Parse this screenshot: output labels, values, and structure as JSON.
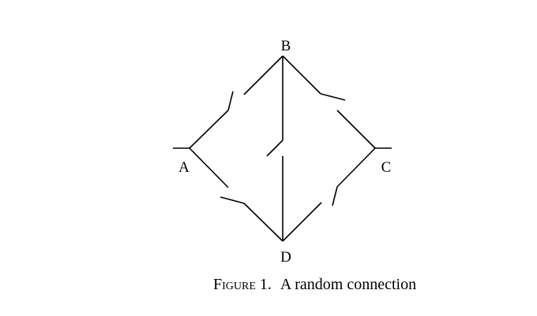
{
  "diagram": {
    "nodes": {
      "a": "A",
      "b": "B",
      "c": "C",
      "d": "D"
    },
    "switches": [
      "A-B",
      "A-D",
      "B-C",
      "C-D",
      "B-D"
    ]
  },
  "caption": {
    "label": "Figure",
    "number": "1.",
    "text": "A random connection"
  }
}
